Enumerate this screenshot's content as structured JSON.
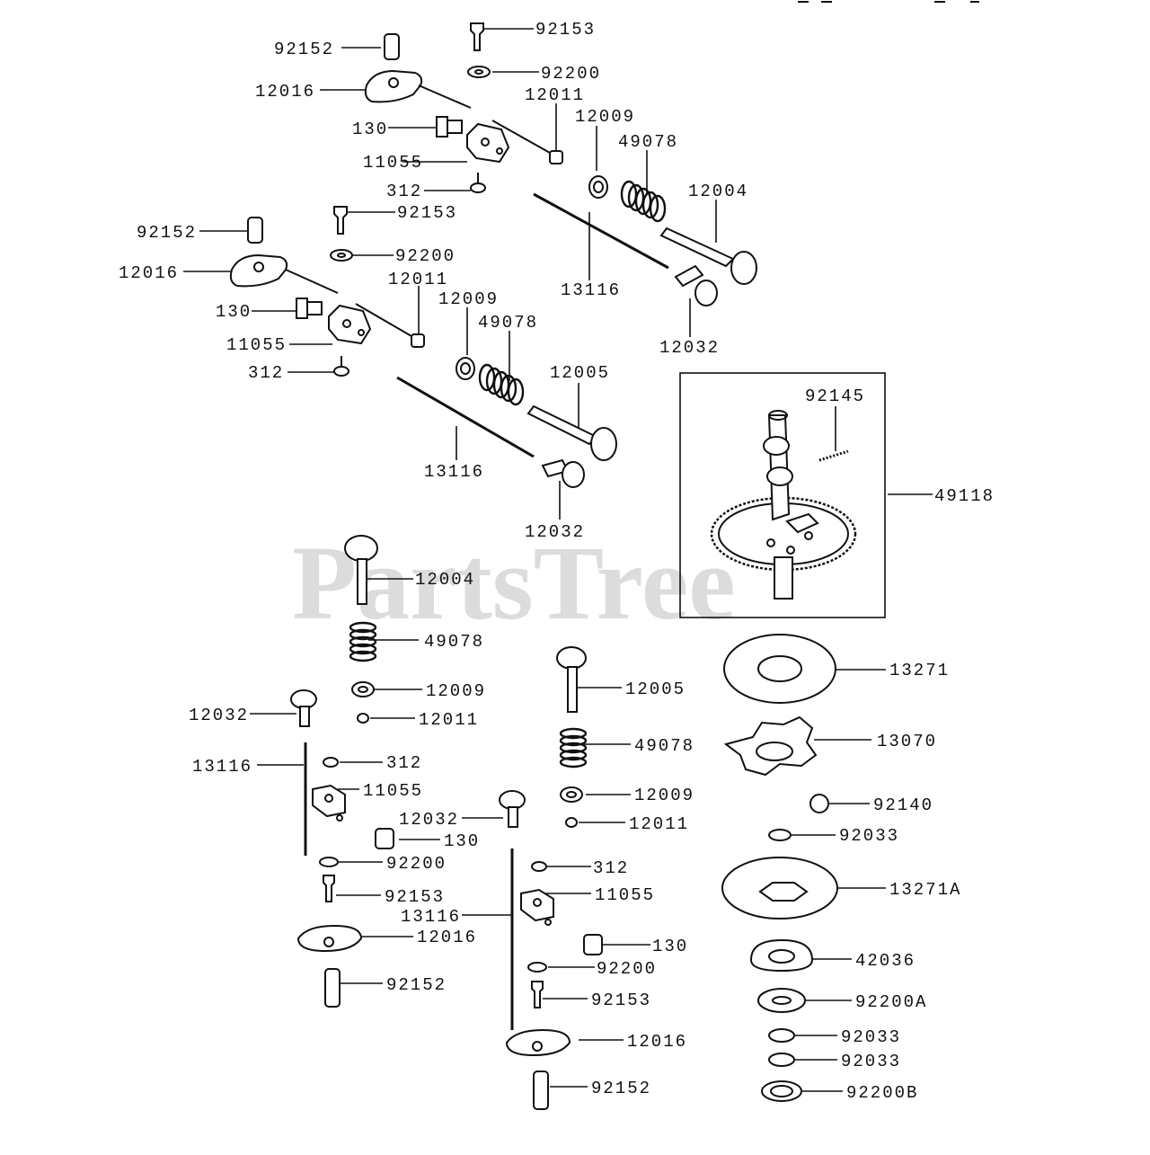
{
  "watermark": "PartsTree",
  "callouts": [
    {
      "id": "c1",
      "text": "92153"
    },
    {
      "id": "c2",
      "text": "92152"
    },
    {
      "id": "c3",
      "text": "92200"
    },
    {
      "id": "c4",
      "text": "12016"
    },
    {
      "id": "c5",
      "text": "12011"
    },
    {
      "id": "c6",
      "text": "130"
    },
    {
      "id": "c7",
      "text": "12009"
    },
    {
      "id": "c8",
      "text": "49078"
    },
    {
      "id": "c9",
      "text": "11055"
    },
    {
      "id": "c10",
      "text": "312"
    },
    {
      "id": "c11",
      "text": "12004"
    },
    {
      "id": "c12",
      "text": "92152"
    },
    {
      "id": "c13",
      "text": "92153"
    },
    {
      "id": "c14",
      "text": "92200"
    },
    {
      "id": "c15",
      "text": "12016"
    },
    {
      "id": "c16",
      "text": "13116"
    },
    {
      "id": "c17",
      "text": "12011"
    },
    {
      "id": "c18",
      "text": "130"
    },
    {
      "id": "c19",
      "text": "12009"
    },
    {
      "id": "c20",
      "text": "12032"
    },
    {
      "id": "c21",
      "text": "49078"
    },
    {
      "id": "c22",
      "text": "11055"
    },
    {
      "id": "c23",
      "text": "312"
    },
    {
      "id": "c24",
      "text": "12005"
    },
    {
      "id": "c25",
      "text": "92145"
    },
    {
      "id": "c26",
      "text": "13116"
    },
    {
      "id": "c27",
      "text": "49118"
    },
    {
      "id": "c28",
      "text": "12032"
    },
    {
      "id": "c29",
      "text": "12004"
    },
    {
      "id": "c30",
      "text": "49078"
    },
    {
      "id": "c31",
      "text": "13271"
    },
    {
      "id": "c32",
      "text": "12005"
    },
    {
      "id": "c33",
      "text": "12009"
    },
    {
      "id": "c34",
      "text": "12032"
    },
    {
      "id": "c35",
      "text": "12011"
    },
    {
      "id": "c36",
      "text": "49078"
    },
    {
      "id": "c37",
      "text": "13070"
    },
    {
      "id": "c38",
      "text": "13116"
    },
    {
      "id": "c39",
      "text": "312"
    },
    {
      "id": "c40",
      "text": "11055"
    },
    {
      "id": "c41",
      "text": "12009"
    },
    {
      "id": "c42",
      "text": "92140"
    },
    {
      "id": "c43",
      "text": "12032"
    },
    {
      "id": "c44",
      "text": "12011"
    },
    {
      "id": "c45",
      "text": "130"
    },
    {
      "id": "c46",
      "text": "92033"
    },
    {
      "id": "c47",
      "text": "92200"
    },
    {
      "id": "c48",
      "text": "312"
    },
    {
      "id": "c49",
      "text": "13271A"
    },
    {
      "id": "c50",
      "text": "92153"
    },
    {
      "id": "c51",
      "text": "11055"
    },
    {
      "id": "c52",
      "text": "13116"
    },
    {
      "id": "c53",
      "text": "12016"
    },
    {
      "id": "c54",
      "text": "130"
    },
    {
      "id": "c55",
      "text": "42036"
    },
    {
      "id": "c56",
      "text": "92200"
    },
    {
      "id": "c57",
      "text": "92152"
    },
    {
      "id": "c58",
      "text": "92153"
    },
    {
      "id": "c59",
      "text": "92200A"
    },
    {
      "id": "c60",
      "text": "12016"
    },
    {
      "id": "c61",
      "text": "92033"
    },
    {
      "id": "c62",
      "text": "92033"
    },
    {
      "id": "c63",
      "text": "92152"
    },
    {
      "id": "c64",
      "text": "92200B"
    }
  ]
}
